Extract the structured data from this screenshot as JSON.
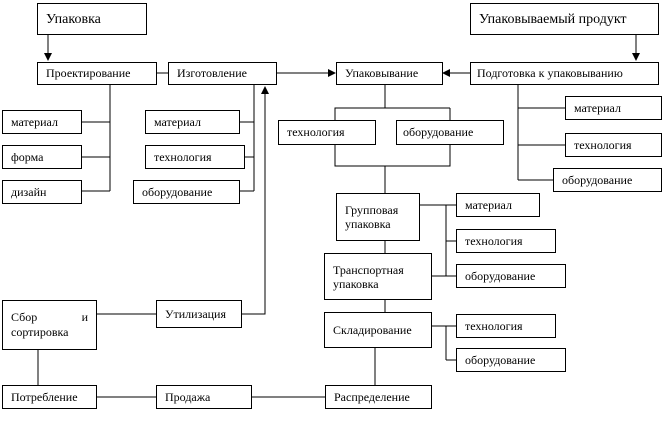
{
  "boxes": {
    "packing": "Упаковка",
    "packed_product": "Упаковываемый продукт",
    "design": "Проектирование",
    "manufacture": "Изготовление",
    "packaging": "Упаковывание",
    "preparation": "Подготовка к упаковыванию",
    "design_material": "материал",
    "design_form": "форма",
    "design_style": "дизайн",
    "manuf_material": "материал",
    "manuf_technology": "технология",
    "manuf_equipment": "оборудование",
    "pack_technology": "технология",
    "pack_equipment": "оборудование",
    "prep_material": "материал",
    "prep_technology": "технология",
    "prep_equipment": "оборудование",
    "group_packaging": "Групповая упаковка",
    "group_material": "материал",
    "group_technology": "технология",
    "transport_packaging": "Транспортная упаковка",
    "transport_equipment": "оборудование",
    "storage": "Складирование",
    "storage_technology": "технология",
    "storage_equipment": "оборудование",
    "collection": "Сбор и сортировка",
    "utilization": "Утилизация",
    "consumption": "Потребление",
    "sale": "Продажа",
    "distribution": "Распределение"
  }
}
